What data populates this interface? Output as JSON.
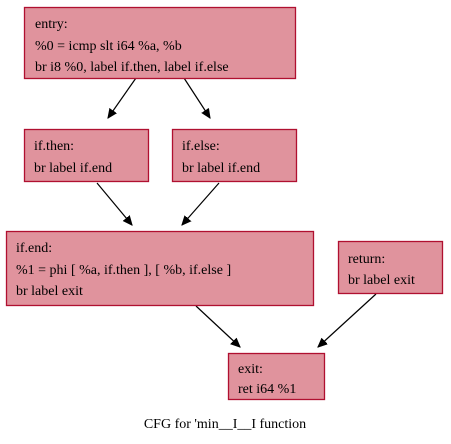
{
  "diagram": {
    "caption": "CFG for 'min__I__I function",
    "colors": {
      "node_fill": "#e0939d",
      "node_border": "#b01030",
      "edge": "#000000"
    },
    "nodes": {
      "entry": {
        "lines": [
          "entry:",
          "%0 = icmp slt i64 %a, %b",
          "br i8 %0, label if.then, label if.else"
        ]
      },
      "if_then": {
        "lines": [
          "if.then:",
          "br label if.end"
        ]
      },
      "if_else": {
        "lines": [
          "if.else:",
          "br label if.end"
        ]
      },
      "if_end": {
        "lines": [
          "if.end:",
          "%1 = phi [ %a, if.then ], [ %b, if.else ]",
          "br label exit"
        ]
      },
      "return": {
        "lines": [
          "return:",
          "br label exit"
        ]
      },
      "exit": {
        "lines": [
          "exit:",
          "ret i64 %1"
        ]
      }
    },
    "edges": [
      {
        "from": "entry",
        "to": "if.then"
      },
      {
        "from": "entry",
        "to": "if.else"
      },
      {
        "from": "if.then",
        "to": "if.end"
      },
      {
        "from": "if.else",
        "to": "if.end"
      },
      {
        "from": "if.end",
        "to": "exit"
      },
      {
        "from": "return",
        "to": "exit"
      }
    ]
  }
}
